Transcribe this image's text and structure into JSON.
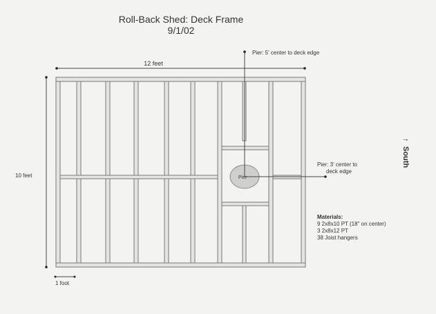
{
  "title": "Roll-Back Shed: Deck Frame",
  "date": "9/1/02",
  "width_label": "12 feet",
  "height_label": "10 feet",
  "scale_label": "1 foot",
  "pier_label": "Pier",
  "pier_note_top": "Pier: 5' center to deck edge",
  "pier_note_side_line1": "Pier: 3' center to",
  "pier_note_side_line2": "deck edge",
  "orientation": "South",
  "orientation_arrow": "↑",
  "materials": {
    "heading": "Materials:",
    "items": [
      "9 2x8x10 PT (18\" on center)",
      "3 2x8x12 PT",
      "38 Joist hangers"
    ]
  }
}
